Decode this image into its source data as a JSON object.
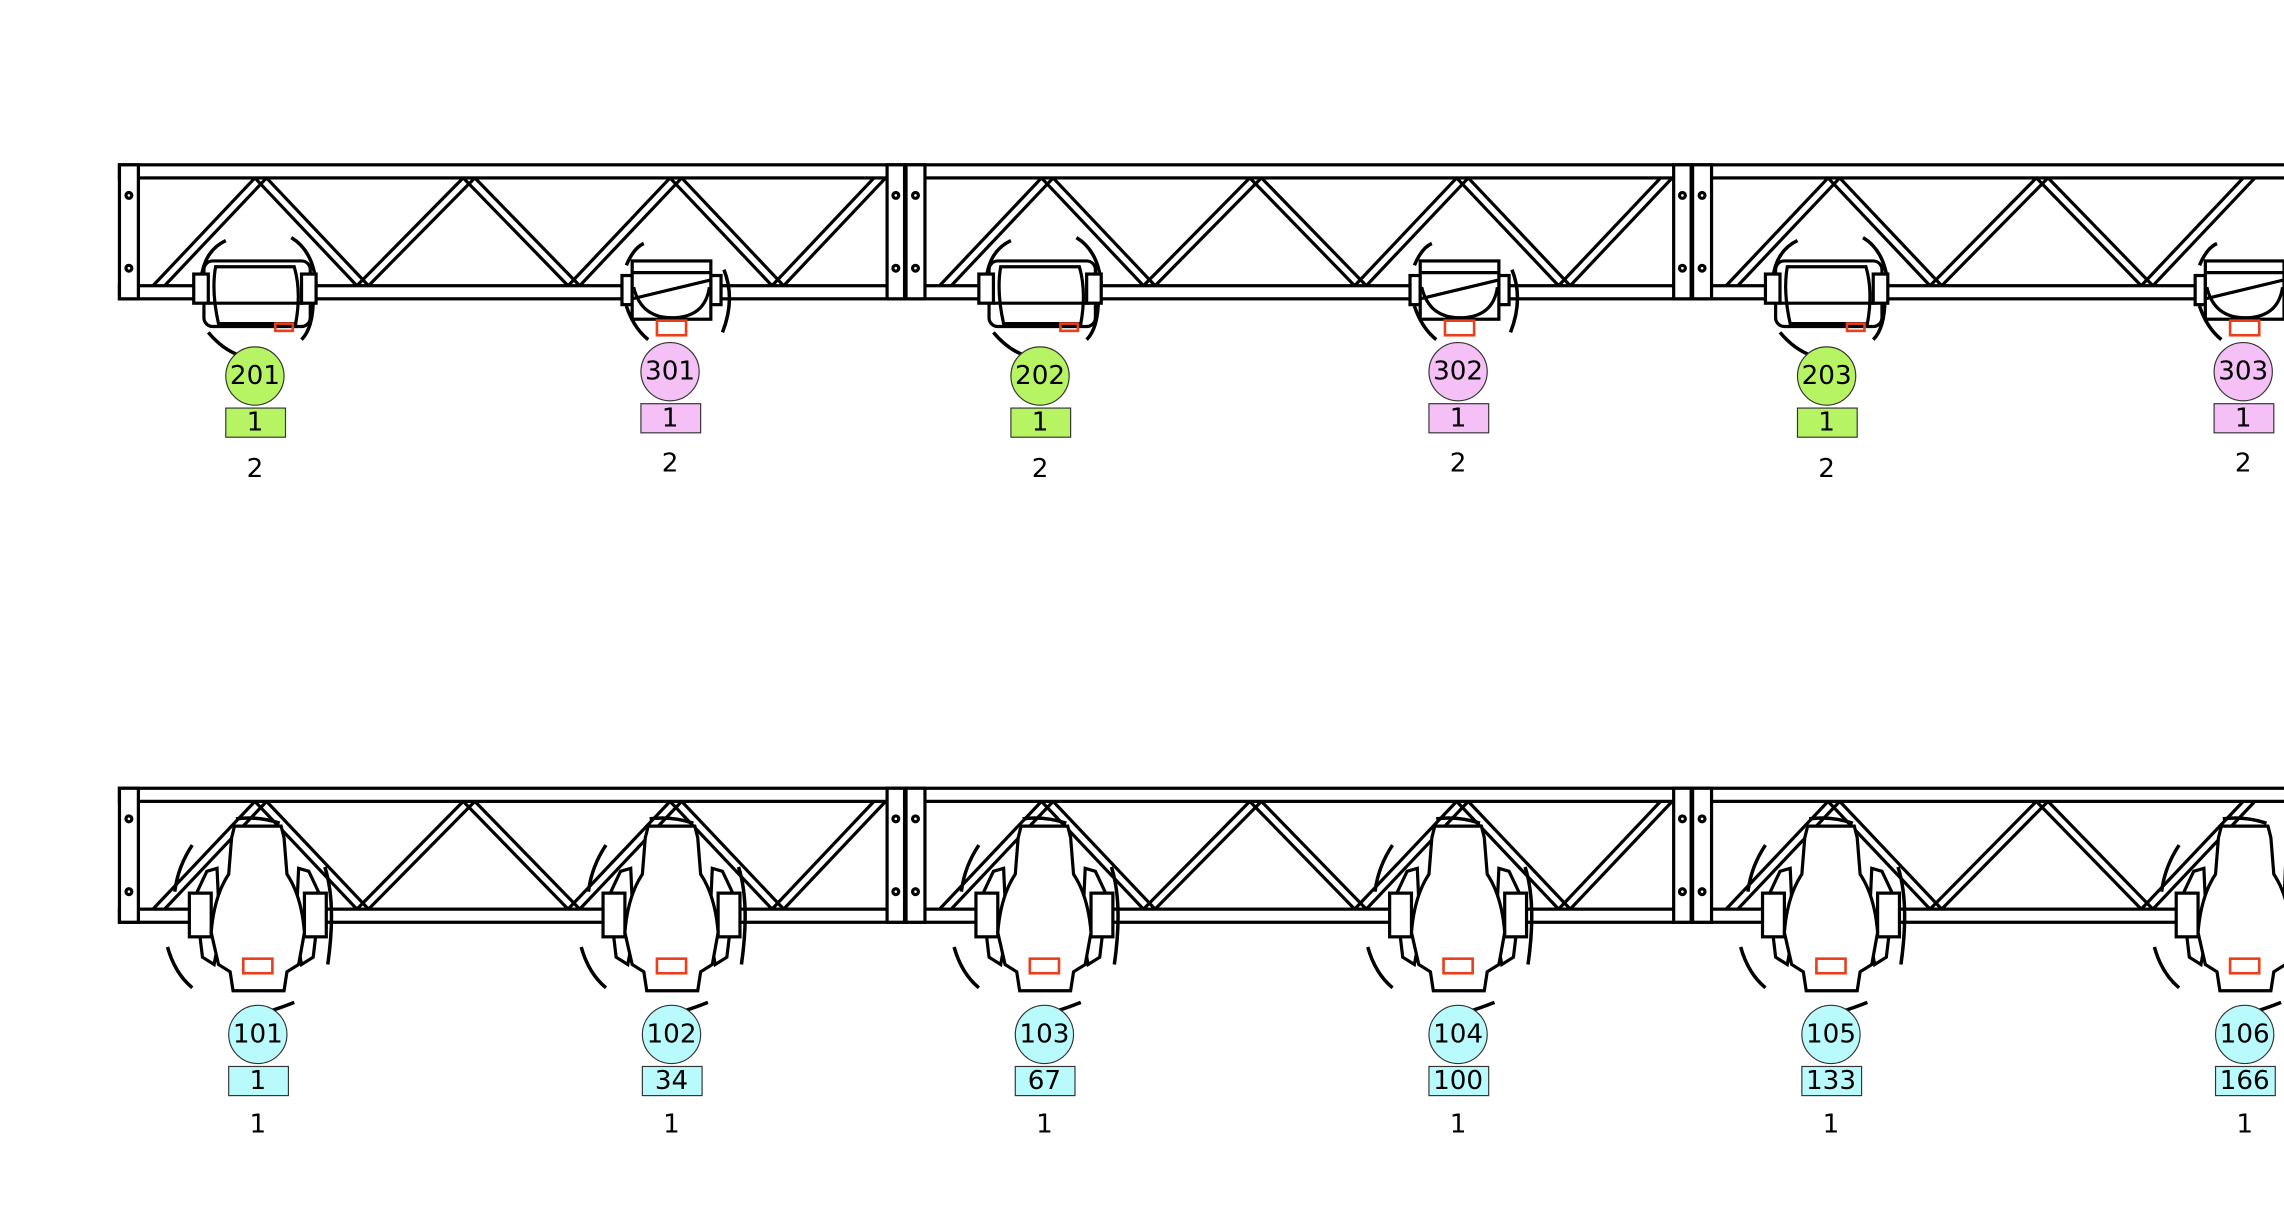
{
  "colors": {
    "green": "#b6f463",
    "pink": "#f4c0f6",
    "cyan": "#b9fbfc",
    "red": "#e8401c"
  },
  "top_row": {
    "fixtures": [
      {
        "type": "wash",
        "channel": "201",
        "address": "1",
        "universe": "2",
        "color": "green"
      },
      {
        "type": "spot",
        "channel": "301",
        "address": "1",
        "universe": "2",
        "color": "pink"
      },
      {
        "type": "wash",
        "channel": "202",
        "address": "1",
        "universe": "2",
        "color": "green"
      },
      {
        "type": "spot",
        "channel": "302",
        "address": "1",
        "universe": "2",
        "color": "pink"
      },
      {
        "type": "wash",
        "channel": "203",
        "address": "1",
        "universe": "2",
        "color": "green"
      },
      {
        "type": "spot",
        "channel": "303",
        "address": "1",
        "universe": "2",
        "color": "pink"
      }
    ]
  },
  "bottom_row": {
    "fixtures": [
      {
        "type": "moving-head",
        "channel": "101",
        "address": "1",
        "universe": "1",
        "color": "cyan"
      },
      {
        "type": "moving-head",
        "channel": "102",
        "address": "34",
        "universe": "1",
        "color": "cyan"
      },
      {
        "type": "moving-head",
        "channel": "103",
        "address": "67",
        "universe": "1",
        "color": "cyan"
      },
      {
        "type": "moving-head",
        "channel": "104",
        "address": "100",
        "universe": "1",
        "color": "cyan"
      },
      {
        "type": "moving-head",
        "channel": "105",
        "address": "133",
        "universe": "1",
        "color": "cyan"
      },
      {
        "type": "moving-head",
        "channel": "106",
        "address": "166",
        "universe": "1",
        "color": "cyan"
      }
    ]
  }
}
